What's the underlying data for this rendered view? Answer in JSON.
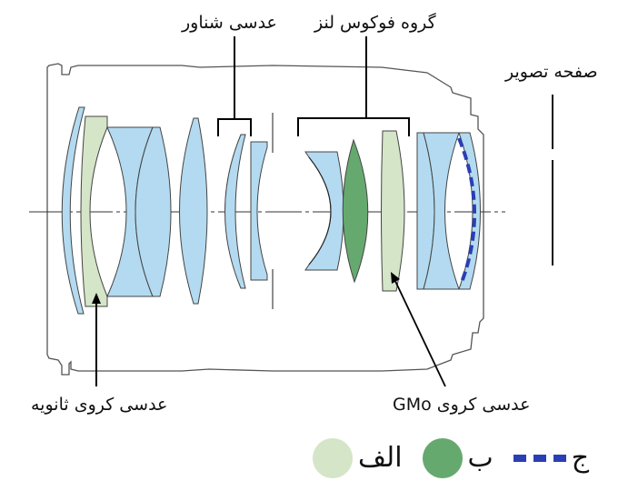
{
  "labels": {
    "floating_lens": "عدسی شناور",
    "focus_group": "گروه فوکوس لنز",
    "image_plane": "صفحه تصویر",
    "aspherical_lens": "عدسی کروی ثانویه",
    "gmo_lens": "عدسی کروی GMo"
  },
  "legend": [
    {
      "key": "alef",
      "label": "الف",
      "symbol": "circle",
      "color": "#d4e5c8"
    },
    {
      "key": "be",
      "label": "ب",
      "symbol": "circle",
      "color": "#66a96f"
    },
    {
      "key": "jim",
      "label": "ج",
      "symbol": "dashed-line",
      "color": "#2a3fb3"
    }
  ],
  "colors": {
    "standard_glass": "#b3daf0",
    "light_green_glass": "#d4e5c8",
    "dark_green_glass": "#66a96f",
    "dashed_surface": "#2a3fb3",
    "barrel_outline": "#555555",
    "callout": "#000000"
  }
}
